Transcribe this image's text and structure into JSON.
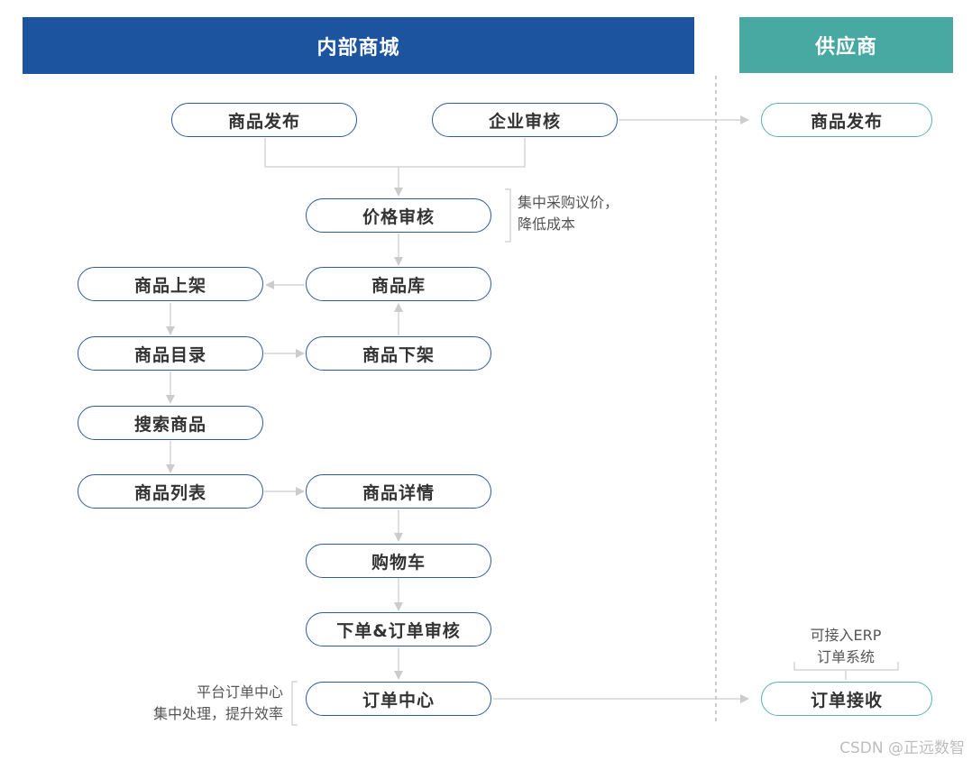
{
  "colors": {
    "internal_header": "#1c54a0",
    "supplier_header": "#48a8a2",
    "node_border_internal": "#2d5c9e",
    "node_border_supplier": "#59b2ab",
    "connector": "#cccccc",
    "divider": "#9e9e9e"
  },
  "headers": {
    "internal": "内部商城",
    "supplier": "供应商"
  },
  "nodes": {
    "publish": "商品发布",
    "enterprise_review": "企业审核",
    "supplier_publish": "商品发布",
    "price_review": "价格审核",
    "listing": "商品上架",
    "library": "商品库",
    "catalog": "商品目录",
    "delisting": "商品下架",
    "search": "搜索商品",
    "product_list": "商品列表",
    "product_detail": "商品详情",
    "cart": "购物车",
    "order_review": "下单&订单审核",
    "order_center": "订单中心",
    "order_receive": "订单接收"
  },
  "notes": {
    "price_note": [
      "集中采购议价，",
      "降低成本"
    ],
    "order_center_note": [
      "平台订单中心",
      "集中处理，提升效率"
    ],
    "erp_note": [
      "可接入ERP",
      "订单系统"
    ]
  },
  "watermark": "CSDN @正远数智"
}
